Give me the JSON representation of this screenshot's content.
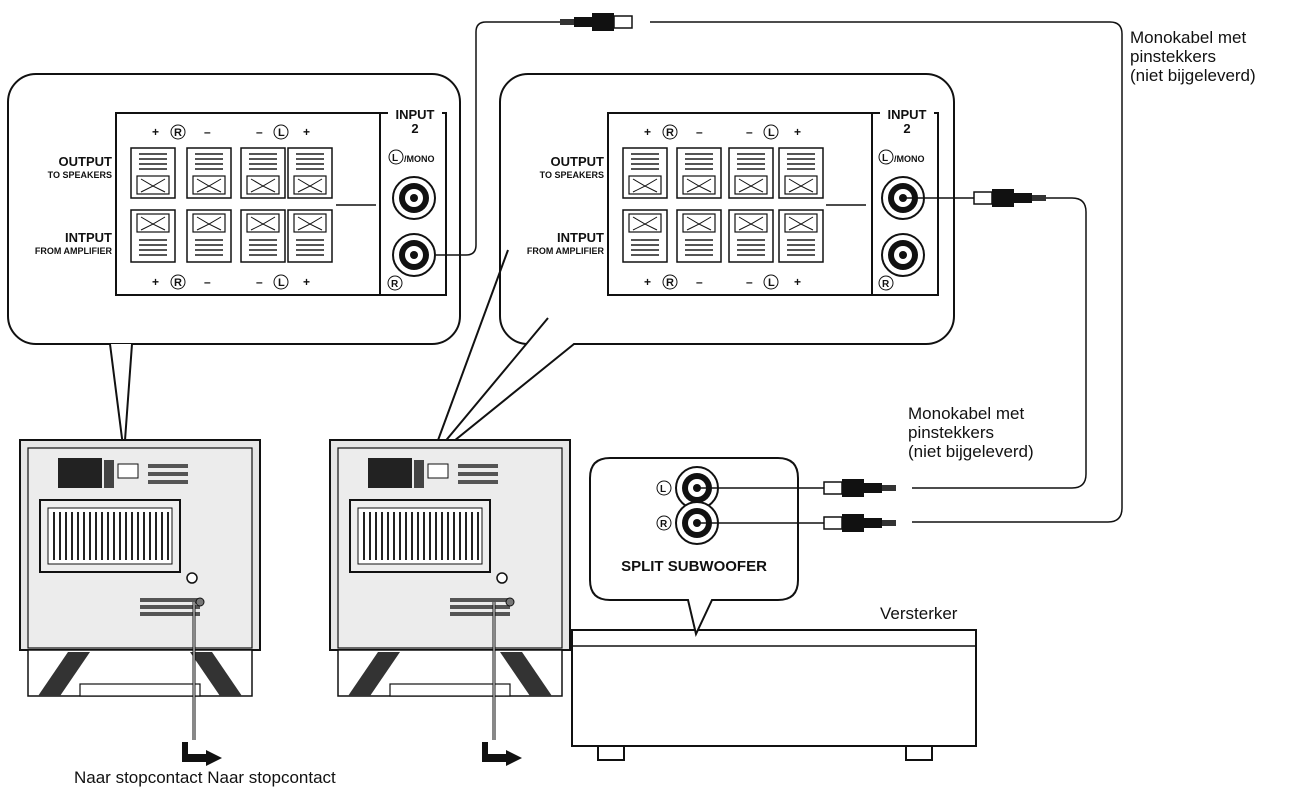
{
  "panel_labels": {
    "output_title": "OUTPUT",
    "output_sub": "TO SPEAKERS",
    "input_title": "INTPUT",
    "input_sub": "FROM AMPLIFIER",
    "input2_title": "INPUT",
    "input2_num": "2",
    "plus": "+",
    "minus": "–",
    "right_symbol": "R",
    "left_symbol": "L",
    "mono_suffix": "/MONO"
  },
  "amplifier": {
    "name": "Versterker",
    "split_label": "SPLIT SUBWOOFER",
    "jack_left": "L",
    "jack_right": "R"
  },
  "cables": {
    "top_right_label": "Monokabel met\npinstekkers\n(niet bijgeleverd)",
    "middle_label": "Monokabel met\npinstekkers\n(niet bijgeleverd)"
  },
  "outlet_caption": "Naar stopcontact Naar stopcontact"
}
